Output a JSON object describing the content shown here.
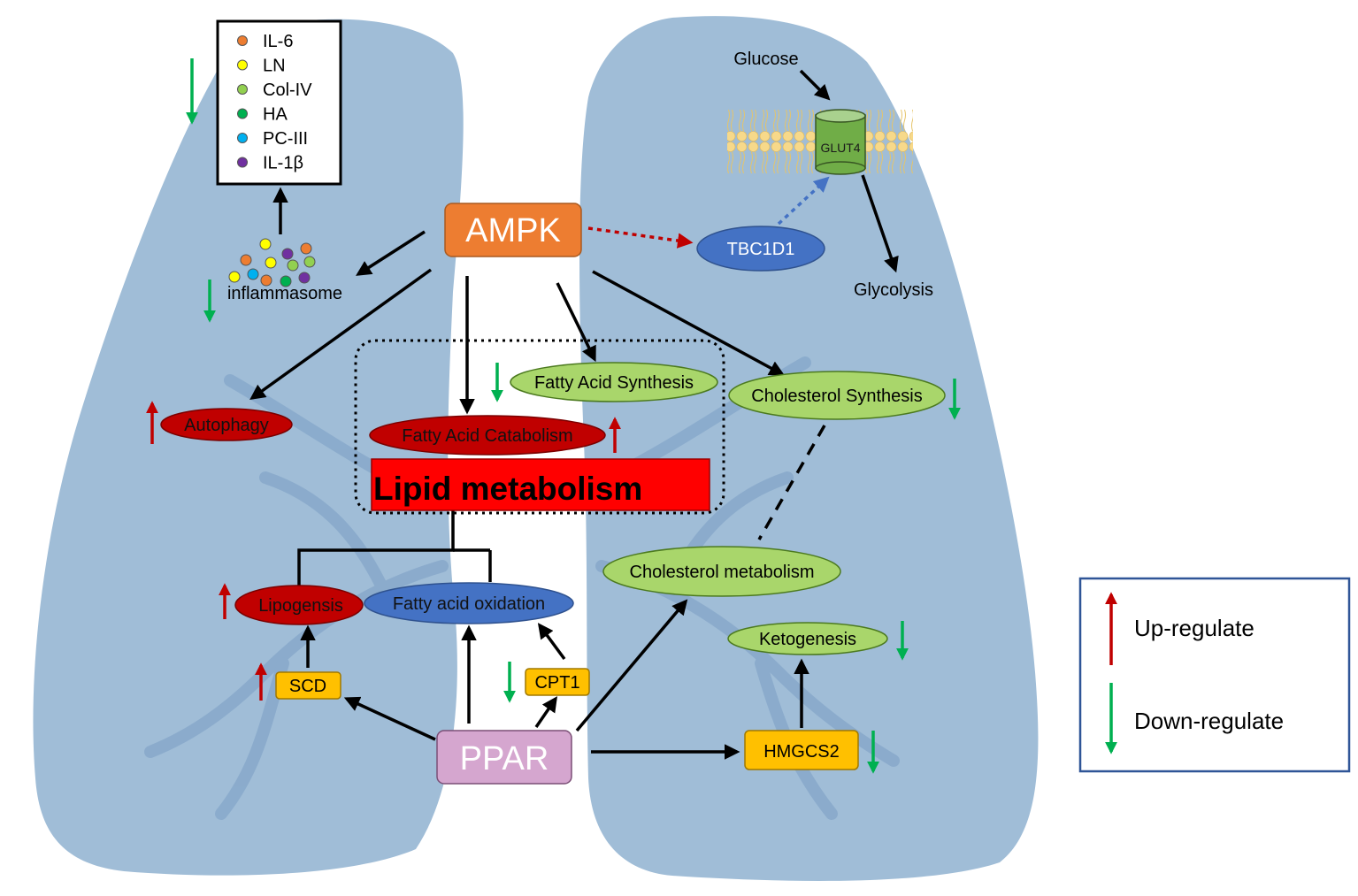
{
  "legend_box": {
    "items": [
      {
        "label": "IL-6",
        "color": "#ed7d31"
      },
      {
        "label": "LN",
        "color": "#ffff00"
      },
      {
        "label": "Col-IV",
        "color": "#92d050"
      },
      {
        "label": "HA",
        "color": "#00b050"
      },
      {
        "label": "PC-III",
        "color": "#00b0f0"
      },
      {
        "label": "IL-1β",
        "color": "#7030a0"
      }
    ]
  },
  "nodes": {
    "ampk": "AMPK",
    "ppar": "PPAR",
    "tbc1d1": "TBC1D1",
    "glut4": "GLUT4",
    "glucose": "Glucose",
    "glycolysis": "Glycolysis",
    "inflammasome": "inflammasome",
    "autophagy": "Autophagy",
    "fatty_acid_synthesis": "Fatty Acid Synthesis",
    "fatty_acid_catabolism": "Fatty Acid Catabolism",
    "lipid_metabolism": "Lipid metabolism",
    "cholesterol_synthesis": "Cholesterol Synthesis",
    "cholesterol_metabolism": "Cholesterol metabolism",
    "lipogenesis": "Lipogensis",
    "fatty_acid_oxidation": "Fatty acid oxidation",
    "ketogenesis": "Ketogenesis",
    "scd": "SCD",
    "cpt1": "CPT1",
    "hmgcs2": "HMGCS2"
  },
  "regulation_legend": {
    "up": "Up-regulate",
    "down": "Down-regulate"
  },
  "colors": {
    "up_arrow": "#c00000",
    "down_arrow": "#00b050",
    "ampk_fill": "#ed7d31",
    "ppar_fill": "#d5a6cf",
    "green_oval": "#a9d66b",
    "red_oval": "#c00000",
    "blue_oval": "#4472c4",
    "yellow_box": "#ffc000",
    "lung": "#98b7d4",
    "lipid_box": "#ff0000"
  }
}
